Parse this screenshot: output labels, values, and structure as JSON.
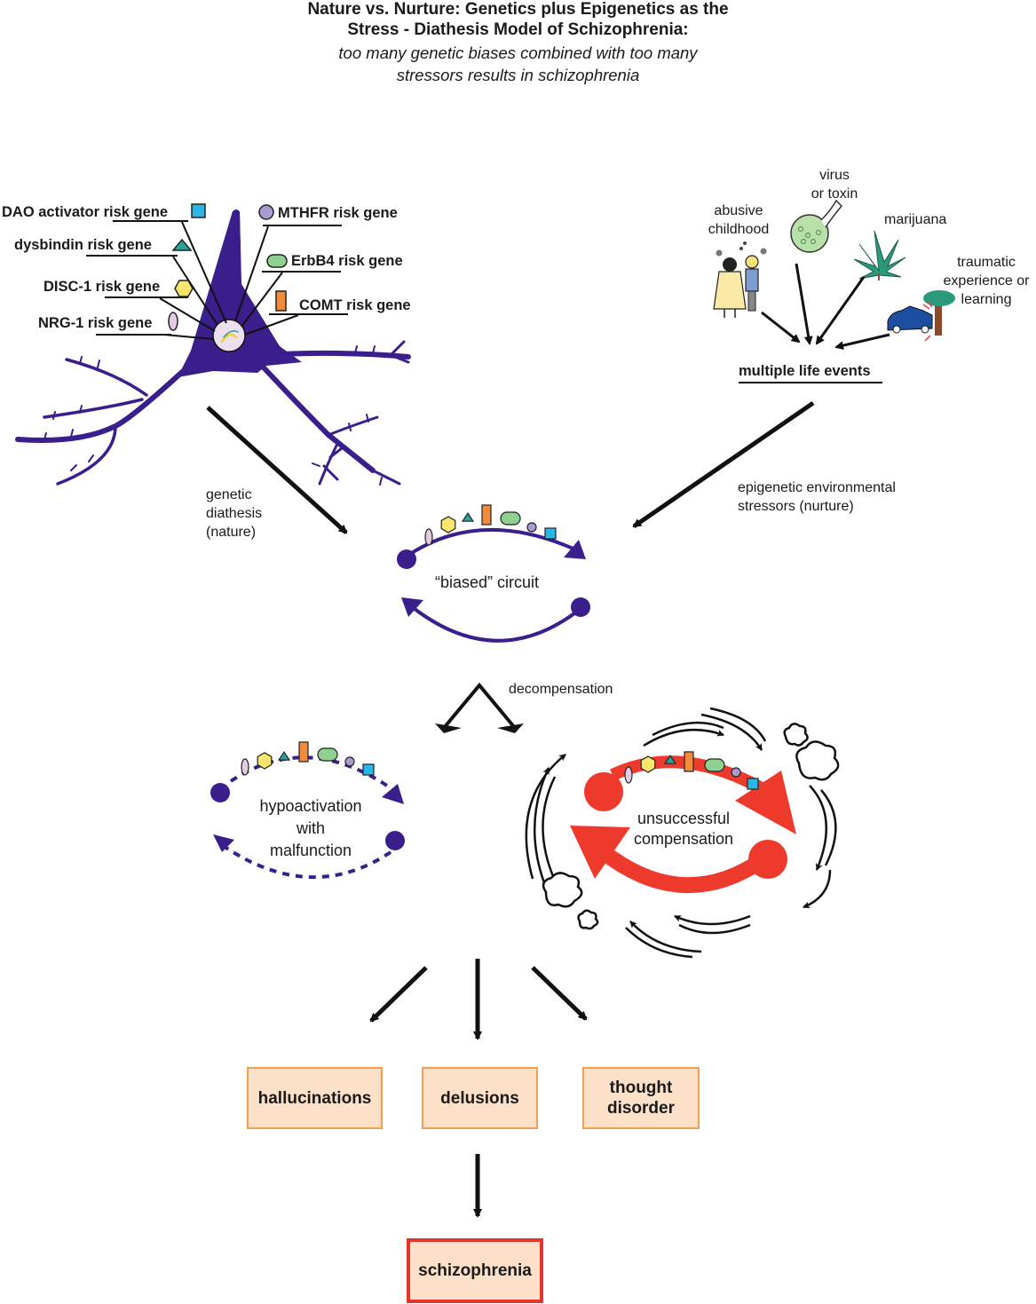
{
  "title": {
    "line1": "Nature vs. Nurture: Genetics plus Epigenetics as the",
    "line2": "Stress - Diathesis Model of Schizophrenia:",
    "subtitle_line1": "too many genetic biases combined with too many",
    "subtitle_line2": "stressors results in schizophrenia"
  },
  "genes": [
    {
      "name": "DAO activator risk gene",
      "shape": "square",
      "color": "#29b6e8"
    },
    {
      "name": "dysbindin risk gene",
      "shape": "triangle",
      "color": "#2aa39a"
    },
    {
      "name": "DISC-1 risk gene",
      "shape": "hexagon",
      "color": "#f7e66b"
    },
    {
      "name": "NRG-1 risk gene",
      "shape": "ellipse",
      "color": "#e3cbe6"
    },
    {
      "name": "MTHFR risk gene",
      "shape": "circle",
      "color": "#a99ad0"
    },
    {
      "name": "ErbB4 risk gene",
      "shape": "capsule",
      "color": "#8fd28f"
    },
    {
      "name": "COMT risk gene",
      "shape": "rectangle",
      "color": "#f08c3c"
    }
  ],
  "colors": {
    "neuron": "#3a1f8c",
    "compensation": "#ee3a2c",
    "box_fill": "#fde0c8",
    "box_border": "#f0a050",
    "final_border": "#e8352b"
  },
  "stressors": {
    "abusive": [
      "abusive",
      "childhood"
    ],
    "virus": [
      "virus",
      "or toxin"
    ],
    "marijuana": "marijuana",
    "traumatic": [
      "traumatic",
      "experience or",
      "learning"
    ],
    "summary": "multiple life events"
  },
  "labels": {
    "genetic": [
      "genetic",
      "diathesis",
      "(nature)"
    ],
    "epigenetic": [
      "epigenetic environmental",
      "stressors (nurture)"
    ],
    "biased_circuit": "“biased” circuit",
    "decompensation": "decompensation",
    "hypo": [
      "hypoactivation",
      "with",
      "malfunction"
    ],
    "unsuccessful": [
      "unsuccessful",
      "compensation"
    ]
  },
  "symptoms": [
    {
      "label": "hallucinations"
    },
    {
      "label": "delusions"
    },
    {
      "label": "thought\ndisorder"
    }
  ],
  "outcome": "schizophrenia"
}
